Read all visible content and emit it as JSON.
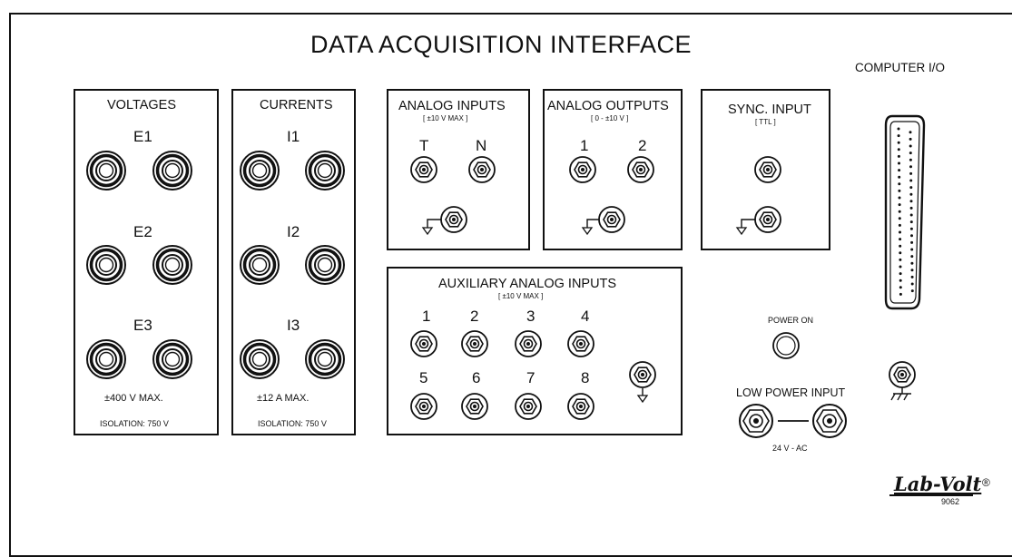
{
  "panel": {
    "title": "DATA ACQUISITION INTERFACE",
    "computer_io_label": "COMPUTER I/O",
    "model_number": "9062",
    "logo_text": "Lab-Volt",
    "logo_mark": "®"
  },
  "voltages": {
    "header": "VOLTAGES",
    "channels": [
      "E1",
      "E2",
      "E3"
    ],
    "max_rating": "±400 V MAX.",
    "isolation": "ISOLATION: 750 V"
  },
  "currents": {
    "header": "CURRENTS",
    "channels": [
      "I1",
      "I2",
      "I3"
    ],
    "max_rating": "±12 A MAX.",
    "isolation": "ISOLATION: 750 V"
  },
  "analog_inputs": {
    "header": "ANALOG INPUTS",
    "range": "[ ±10 V MAX ]",
    "channels": [
      "T",
      "N"
    ]
  },
  "analog_outputs": {
    "header": "ANALOG OUTPUTS",
    "range": "[ 0 - ±10 V ]",
    "channels": [
      "1",
      "2"
    ]
  },
  "sync_input": {
    "header": "SYNC. INPUT",
    "range": "[ TTL ]"
  },
  "aux_inputs": {
    "header": "AUXILIARY ANALOG INPUTS",
    "range": "[ ±10 V MAX ]",
    "channels": [
      "1",
      "2",
      "3",
      "4",
      "5",
      "6",
      "7",
      "8"
    ]
  },
  "power": {
    "power_on_label": "POWER ON",
    "low_power_label": "LOW POWER INPUT",
    "supply_label": "24 V - AC"
  }
}
